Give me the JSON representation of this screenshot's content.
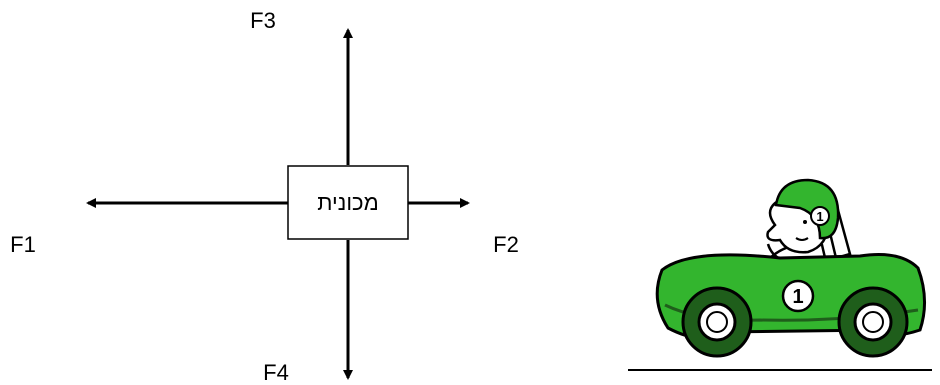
{
  "diagram": {
    "box_label": "מכונית",
    "forces": {
      "left": "F1",
      "right": "F2",
      "up": "F3",
      "down": "F4"
    }
  },
  "illustration": {
    "car_number": "1",
    "helmet_number": "1",
    "car_color": "#33b52e",
    "dark_color": "#1f5e1b"
  }
}
